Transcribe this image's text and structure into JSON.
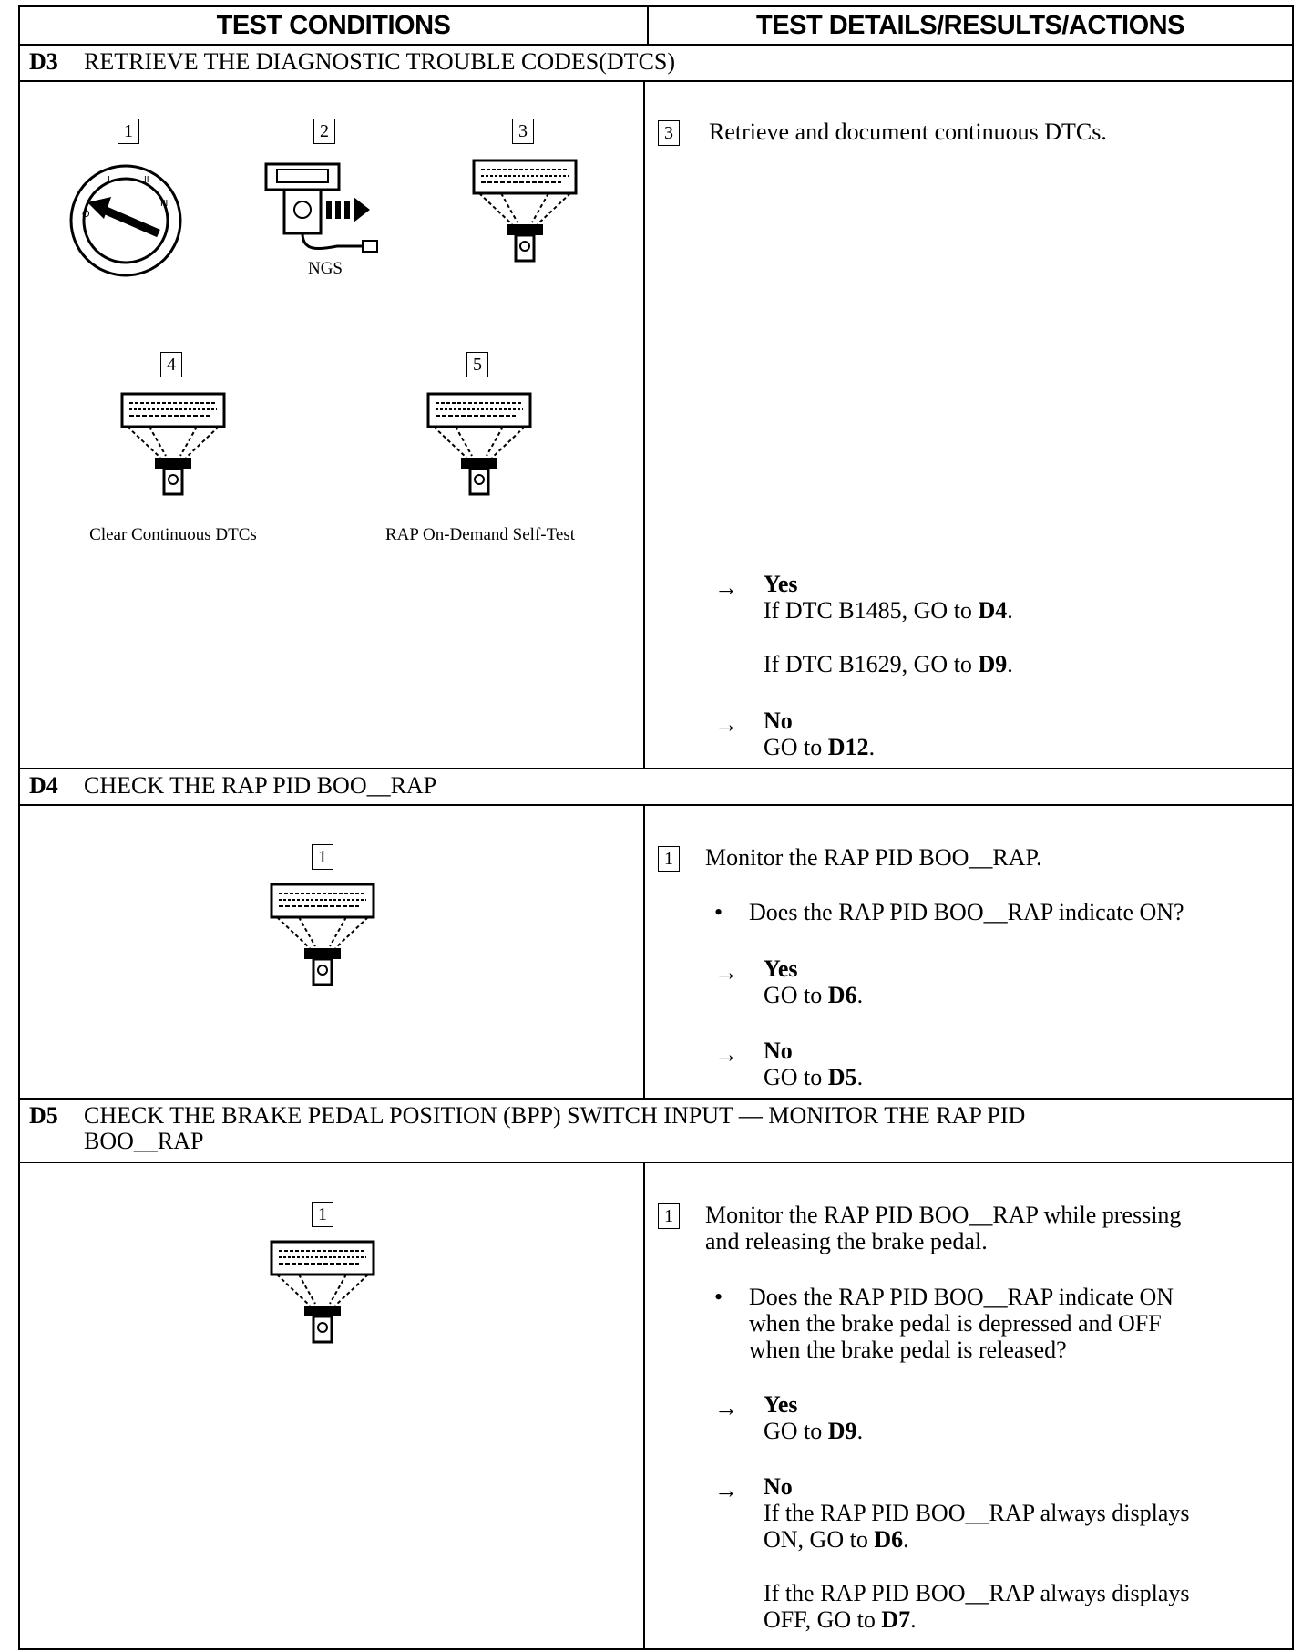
{
  "columns": {
    "left": "TEST CONDITIONS",
    "right": "TEST DETAILS/RESULTS/ACTIONS"
  },
  "steps": [
    {
      "id": "D3",
      "title": "RETRIEVE THE DIAGNOSTIC TROUBLE CODES(DTCS)",
      "figures": [
        {
          "num": "1",
          "icon": "ignition-switch-icon",
          "caption": ""
        },
        {
          "num": "2",
          "icon": "scan-tool-connect-icon",
          "caption": "NGS"
        },
        {
          "num": "3",
          "icon": "scan-tool-icon",
          "caption": ""
        },
        {
          "num": "4",
          "icon": "scan-tool-icon",
          "caption": "Clear Continuous DTCs"
        },
        {
          "num": "5",
          "icon": "scan-tool-icon",
          "caption": "RAP On-Demand Self-Test"
        }
      ],
      "instruction_num": "3",
      "instruction": "Retrieve and document continuous DTCs.",
      "yes_label": "Yes",
      "yes_line1_pre": "If DTC B1485, GO to ",
      "yes_line1_target": "D4",
      "yes_line2_pre": "If DTC B1629, GO to ",
      "yes_line2_target": "D9",
      "no_label": "No",
      "no_pre": "GO to ",
      "no_target": "D12",
      "period": "."
    },
    {
      "id": "D4",
      "title": "CHECK THE RAP PID BOO__RAP",
      "figure_num": "1",
      "instruction_num": "1",
      "instruction": "Monitor the RAP PID BOO__RAP.",
      "question": "Does the RAP PID BOO__RAP indicate ON?",
      "yes_label": "Yes",
      "yes_pre": "GO to ",
      "yes_target": "D6",
      "no_label": "No",
      "no_pre": "GO to ",
      "no_target": "D5",
      "period": "."
    },
    {
      "id": "D5",
      "title_line1": "CHECK THE BRAKE PEDAL POSITION (BPP) SWITCH INPUT — MONITOR THE RAP PID",
      "title_line2": "BOO__RAP",
      "figure_num": "1",
      "instruction_num": "1",
      "instruction_line1": "Monitor the RAP PID BOO__RAP while pressing",
      "instruction_line2": "and releasing the brake pedal.",
      "question_line1": "Does the RAP PID BOO__RAP indicate ON",
      "question_line2": "when the brake pedal is depressed and OFF",
      "question_line3": "when the brake pedal is released?",
      "yes_label": "Yes",
      "yes_pre": "GO to ",
      "yes_target": "D9",
      "no_label": "No",
      "no_line1": "If the RAP PID BOO__RAP always displays",
      "no_line2_pre": "ON, GO to ",
      "no_line2_target": "D6",
      "no_line3": "If the RAP PID BOO__RAP always displays",
      "no_line4_pre": "OFF, GO to ",
      "no_line4_target": "D7",
      "period": "."
    }
  ],
  "symbols": {
    "arrow": "→",
    "bullet": "•"
  }
}
